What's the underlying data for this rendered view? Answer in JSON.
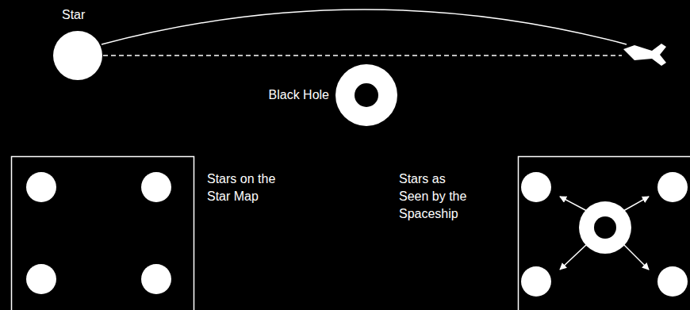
{
  "diagram": {
    "nodes": [
      {
        "text": [
          "Star"
        ]
      },
      {
        "text": [
          "Black Hole"
        ]
      }
    ],
    "labels": [
      "Stars on the Star Map",
      "Stars as Seen by the Spaceship"
    ]
  }
}
